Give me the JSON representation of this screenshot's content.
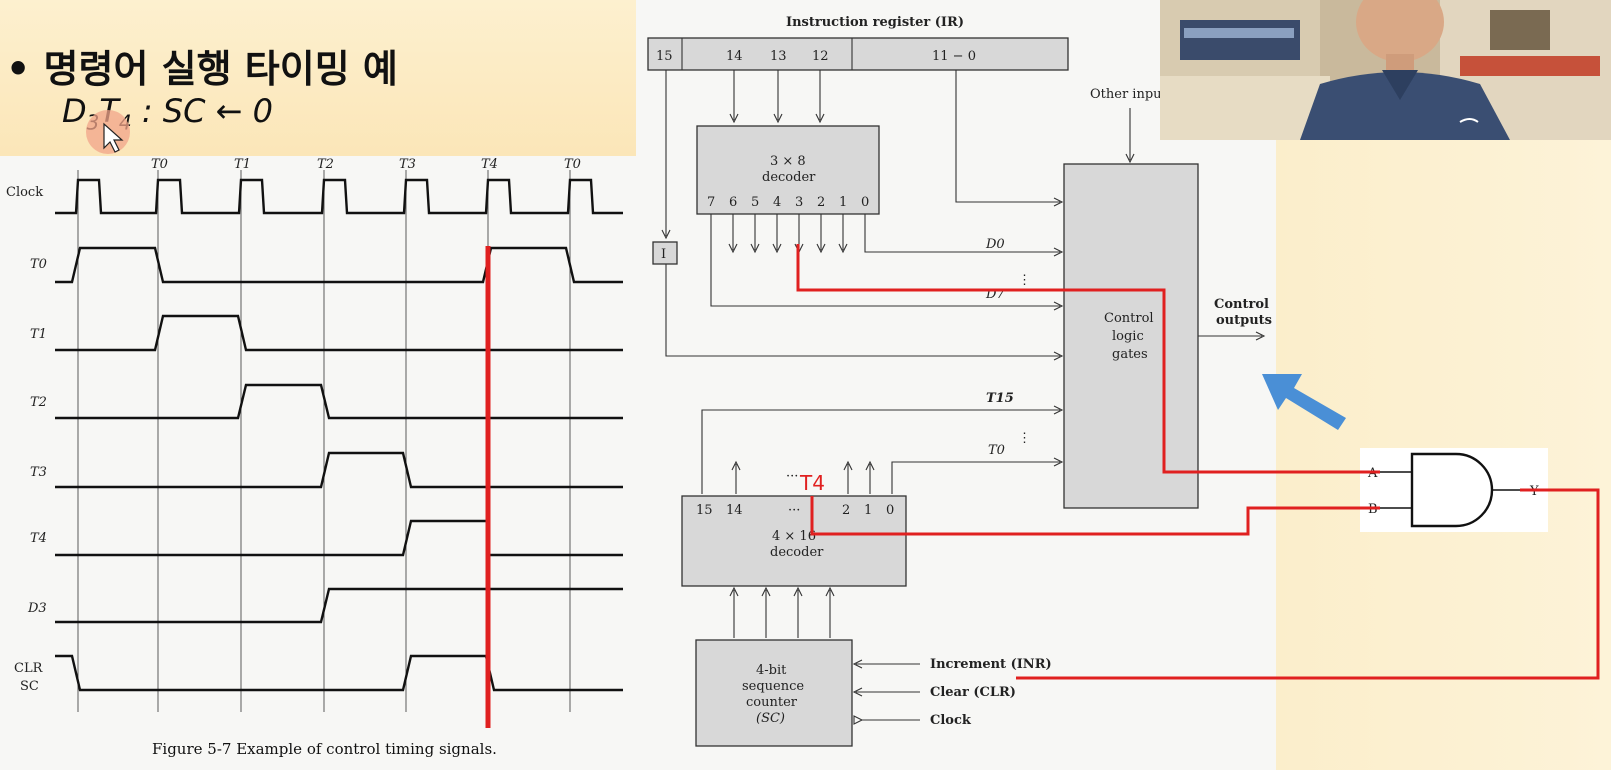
{
  "slide": {
    "title": "명령어 실행 타이밍 예",
    "formula_d": "D",
    "formula_d_sub": "3",
    "formula_t": "T",
    "formula_t_sub": "4",
    "formula_rest": ": SC ← 0",
    "caption": "Figure 5-7   Example of control timing signals."
  },
  "timing": {
    "signals": [
      "Clock",
      "T0",
      "T1",
      "T2",
      "T3",
      "T4",
      "D3",
      "CLR SC"
    ],
    "clock_labels": [
      "T0",
      "T1",
      "T2",
      "T3",
      "T4",
      "T0"
    ]
  },
  "block_diagram": {
    "ir_title": "Instruction register (IR)",
    "ir_fields": [
      "15",
      "14",
      "13",
      "12",
      "11 − 0"
    ],
    "decoder3_title": "3 × 8",
    "decoder3_sub": "decoder",
    "decoder3_outputs": [
      "7",
      "6",
      "5",
      "4",
      "3",
      "2",
      "1",
      "0"
    ],
    "other_inputs": "Other inputs",
    "d0_label": "D0",
    "d7_label": "D7",
    "i_label": "I",
    "control_logic": [
      "Control",
      "logic",
      "gates"
    ],
    "control_outputs": [
      "Control",
      "outputs"
    ],
    "t15_label": "T15",
    "t0_label": "T0",
    "t4_annotation": "T4",
    "decoder4_title": "4 × 16",
    "decoder4_sub": "decoder",
    "decoder4_outputs": [
      "15",
      "14",
      "···",
      "2",
      "1",
      "0"
    ],
    "counter_lines": [
      "4-bit",
      "sequence",
      "counter",
      "(SC)"
    ],
    "inputs": [
      "Increment (INR)",
      "Clear (CLR)",
      "Clock"
    ],
    "and_gate_a": "A",
    "and_gate_b": "B",
    "and_gate_y": "Y"
  },
  "colors": {
    "annotation_red": "#e02020",
    "arrow_blue": "#4a8fd6",
    "title_band": "#fbe6b8"
  }
}
